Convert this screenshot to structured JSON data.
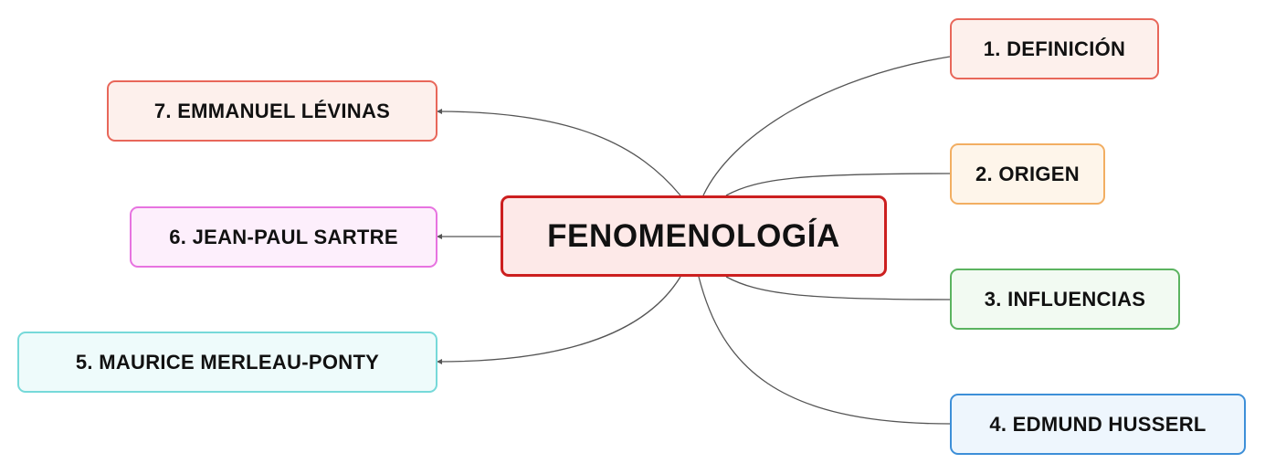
{
  "central_topic": {
    "label": "FENOMENOLOGÍA"
  },
  "branches": [
    {
      "label": "1. DEFINICIÓN",
      "side": "right"
    },
    {
      "label": "2. ORIGEN",
      "side": "right"
    },
    {
      "label": "3. INFLUENCIAS",
      "side": "right"
    },
    {
      "label": "4. EDMUND HUSSERL",
      "side": "right"
    },
    {
      "label": "5. MAURICE MERLEAU-PONTY",
      "side": "left"
    },
    {
      "label": "6. JEAN-PAUL SARTRE",
      "side": "left"
    },
    {
      "label": "7. EMMANUEL LÉVINAS",
      "side": "left"
    }
  ],
  "colors": {
    "central_border": "#cc1f1f",
    "central_fill": "#fde9e8",
    "definicion": "#e8675a",
    "origen": "#f2ae62",
    "influencias": "#5bb360",
    "husserl": "#3d8fd8",
    "merleau_ponty": "#76d9d9",
    "sartre": "#e773e0",
    "levinas": "#e8675a",
    "connector": "#555555"
  }
}
